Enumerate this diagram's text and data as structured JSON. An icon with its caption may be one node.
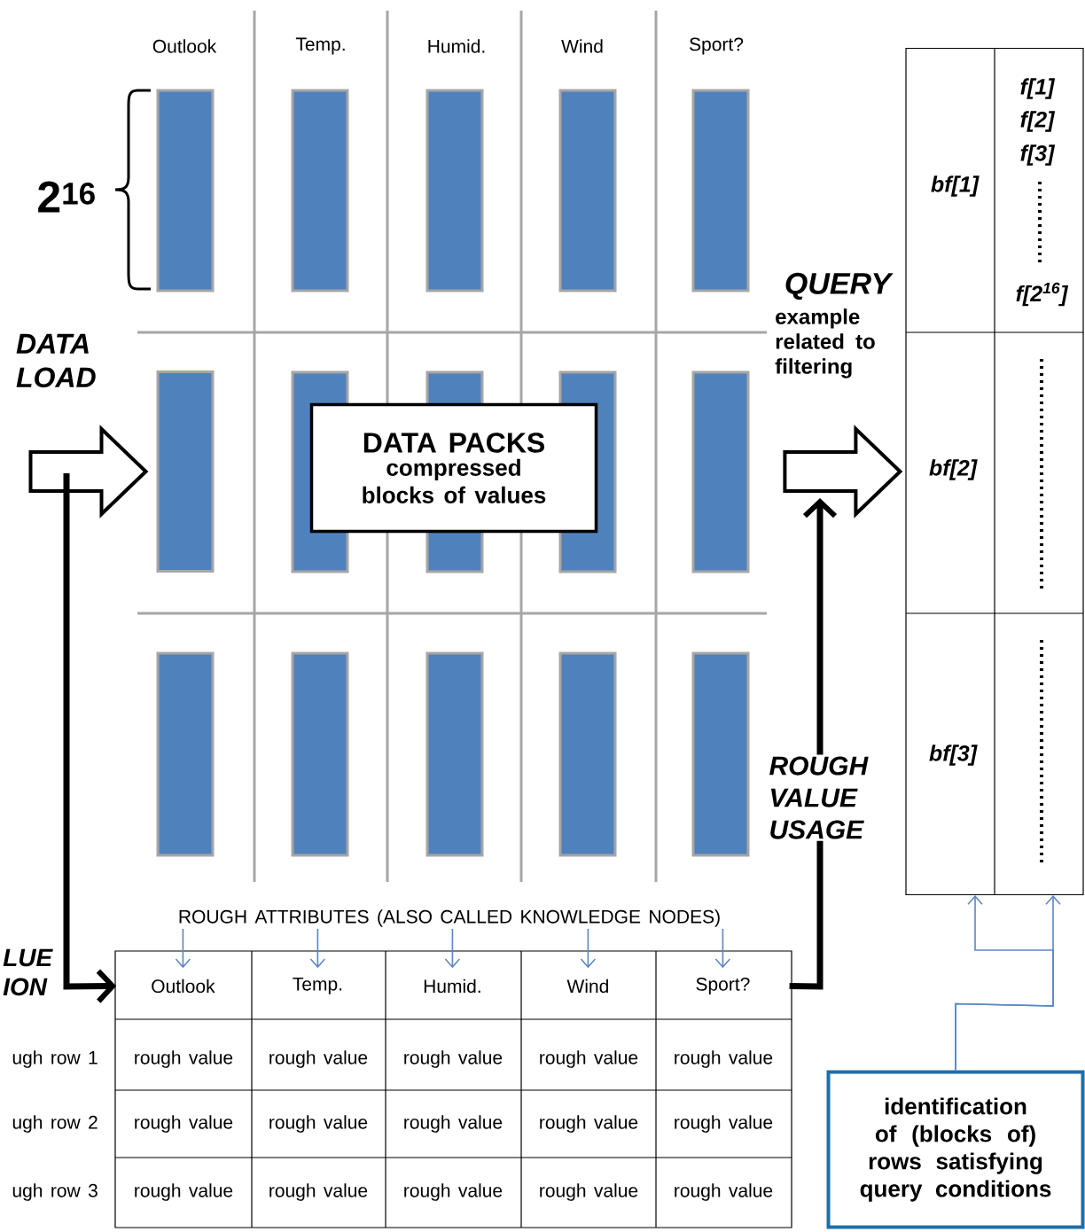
{
  "diagram": {
    "nodes": [
      {
        "text": [],
        "shape": "bar"
      },
      {
        "text": [
          "DATA PACKS",
          "compressed blocks of values"
        ]
      },
      {
        "text": [],
        "shape": "box"
      },
      {
        "text": [
          "ROUGH ATTRIBUTES  (ALSO CALLED KNOWLEDGE NODES)"
        ]
      },
      {
        "text": [],
        "shape": "box"
      },
      {
        "text": [
          "Outlook"
        ],
        "in": 4
      },
      {
        "text": [
          "Temp."
        ],
        "in": 4
      },
      {
        "text": [
          "Humid."
        ],
        "in": 4
      },
      {
        "text": [
          "Wind"
        ],
        "in": 4
      },
      {
        "text": [
          "Sport?"
        ],
        "in": 4
      },
      {
        "text": [
          "identification of (blocks of) rows satisfying query conditions"
        ]
      }
    ],
    "edges": [
      {
        "from": null,
        "to": 0,
        "arrow": "to",
        "color": "#000000"
      },
      {
        "from": null,
        "to": 2,
        "arrow": "to",
        "color": "#000000"
      },
      {
        "from": null,
        "to": 5,
        "arrow": "to",
        "style": "thick",
        "color": "#000000",
        "label": "LUE ION"
      },
      {
        "from": 9,
        "to": null,
        "arrow": "to",
        "style": "thick",
        "color": "#000000",
        "label": "ROUGH VALUE USAGE"
      },
      {
        "from": 3,
        "to": 5,
        "arrow": "to"
      },
      {
        "from": 3,
        "to": 6,
        "arrow": "to"
      },
      {
        "from": 3,
        "to": 7,
        "arrow": "to"
      },
      {
        "from": 3,
        "to": 8,
        "arrow": "to"
      },
      {
        "from": 3,
        "to": 9,
        "arrow": "to"
      },
      {
        "from": 10,
        "to": 2,
        "arrow": "to"
      },
      {
        "from": 10,
        "to": 2,
        "arrow": "to"
      }
    ],
    "labels": [
      "Outlook",
      "Temp.",
      "Humid.",
      "Wind",
      "Sport?",
      "2$^{16}$",
      "DATA LOAD",
      "QUERY",
      "example related to filtering",
      "bf[1]",
      "f[1]",
      "f[2]",
      "f[3]",
      "f[2$^{16}$]",
      "bf[2]",
      "bf[3]",
      "ugh row  1",
      "rough value",
      "rough value",
      "rough value",
      "rough value",
      "rough value",
      "ugh row  2",
      "rough value",
      "rough value",
      "rough value",
      "rough value",
      "rough value",
      "ugh row  3",
      "rough value",
      "rough value",
      "rough value",
      "rough value",
      "rough value"
    ]
  }
}
